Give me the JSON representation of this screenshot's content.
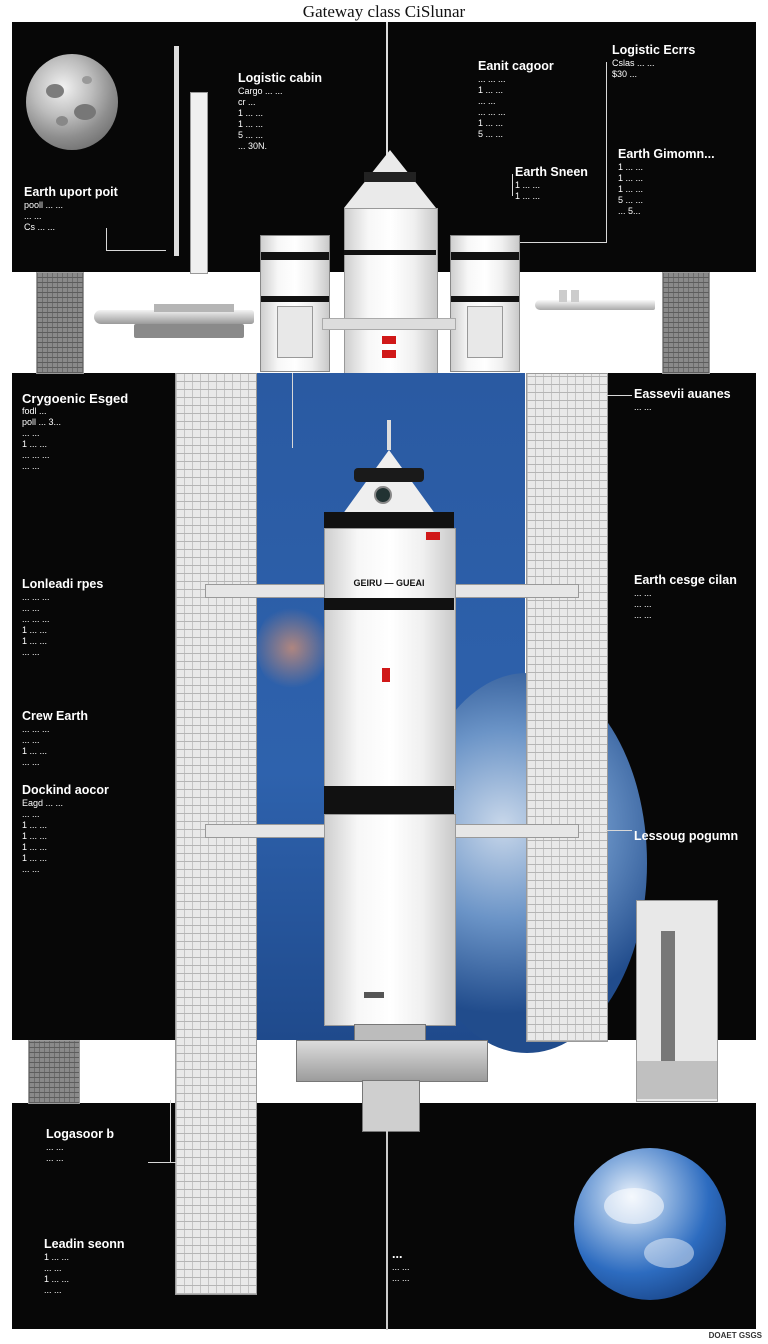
{
  "title": "Gateway class CiSlunar",
  "labels": {
    "top_mid": {
      "h": "Logistic cabin",
      "lines": [
        "Cargo ... ...",
        "cr ...",
        "1 ... ...",
        "1 ... ...",
        "5 ... ...",
        "... 30N."
      ]
    },
    "top_center": {
      "h": "Eanit cagoor",
      "lines": [
        "... ... ...",
        "1 ... ...",
        "... ...",
        "... ... ...",
        "1 ... ...",
        "5 ... ..."
      ]
    },
    "top_right": {
      "h": "Logistic Ecrrs",
      "lines": [
        "Cslas ... ...",
        "$30 ..."
      ]
    },
    "earth_sensor": {
      "h": "Earth Sneen",
      "lines": [
        "1 ... ...",
        "1 ... ..."
      ]
    },
    "earth_gim": {
      "h": "Earth Gimomn...",
      "lines": [
        "1 ... ...",
        "1 ... ...",
        "1 ... ...",
        "5 ... ...",
        "... 5..."
      ]
    },
    "earth_port": {
      "h": "Earth uport poit",
      "lines": [
        "pooll ... ...",
        "... ...",
        "Cs ... ..."
      ]
    },
    "cryo": {
      "h": "Crygoenic Esged",
      "lines": [
        "fodl ...",
        "poll ... 3...",
        "... ...",
        "1 ... ...",
        "... ... ...",
        "... ..."
      ]
    },
    "left_mid": {
      "h": "Lonleadi rpes",
      "lines": [
        "... ... ...",
        "... ...",
        "... ... ...",
        "1 ... ...",
        "1 ... ...",
        "... ..."
      ]
    },
    "left_crew": {
      "h": "Crew Earth",
      "lines": [
        "... ... ...",
        "... ...",
        "1 ... ...",
        "... ..."
      ]
    },
    "left_ops": {
      "h": "Dockind aocor",
      "lines": [
        "Eagd ... ...",
        "... ...",
        "1 ... ...",
        "1 ... ...",
        "1 ... ...",
        "1 ... ...",
        "... ..."
      ]
    },
    "right_top": {
      "h": "Eassevii auanes",
      "lines": [
        "... ..."
      ]
    },
    "right_mid": {
      "h": "Earth cesge cilan",
      "lines": [
        "... ...",
        "... ...",
        "... ..."
      ]
    },
    "right_low": {
      "h": "Lessoug pogumn",
      "lines": []
    },
    "bottom_left": {
      "h": "Logasoor b",
      "lines": [
        "... ...",
        "... ..."
      ]
    },
    "bottom_left2": {
      "h": "Leadin seonn",
      "lines": [
        "1 ... ...",
        "... ...",
        "1 ... ...",
        "... ..."
      ]
    },
    "bottom_center": {
      "h": "...",
      "lines": [
        "... ...",
        "... ..."
      ]
    }
  },
  "vehicle_text": {
    "name_band": "GEIRU — GUEAI"
  },
  "footer": "DOAET GSGS",
  "colors": {
    "panel": "#070707",
    "space_blue": "#2c5fa5",
    "accent_red": "#d01818"
  }
}
